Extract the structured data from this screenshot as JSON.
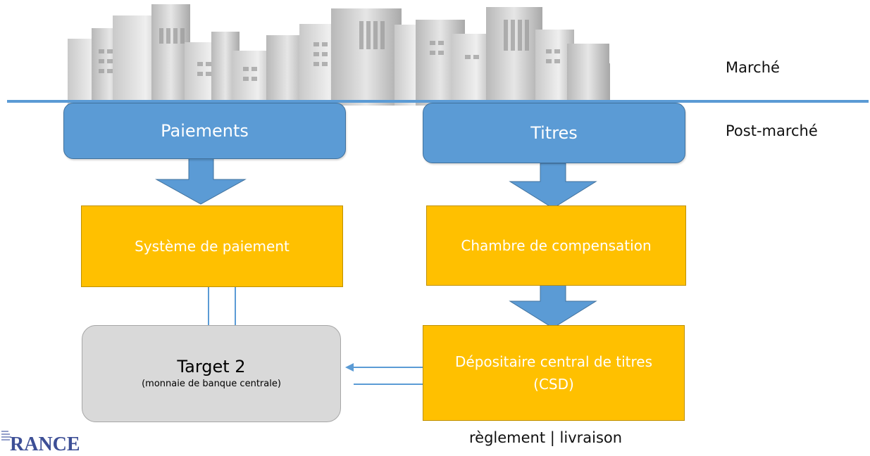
{
  "labels": {
    "market": "Marché",
    "post_market": "Post-marché"
  },
  "boxes": {
    "payments": "Paiements",
    "securities": "Titres",
    "payment_system": "Système de paiement",
    "clearing_house": "Chambre de compensation",
    "target2_title": "Target 2",
    "target2_subtitle": "(monnaie de banque centrale)",
    "csd_line1": "Dépositaire central de titres",
    "csd_line2": "(CSD)"
  },
  "caption": "règlement | livraison",
  "logo_text": "RANCE",
  "colors": {
    "blue": "#5b9bd5",
    "yellow": "#ffc000",
    "grey": "#d9d9d9",
    "line": "#5b9bd5"
  }
}
